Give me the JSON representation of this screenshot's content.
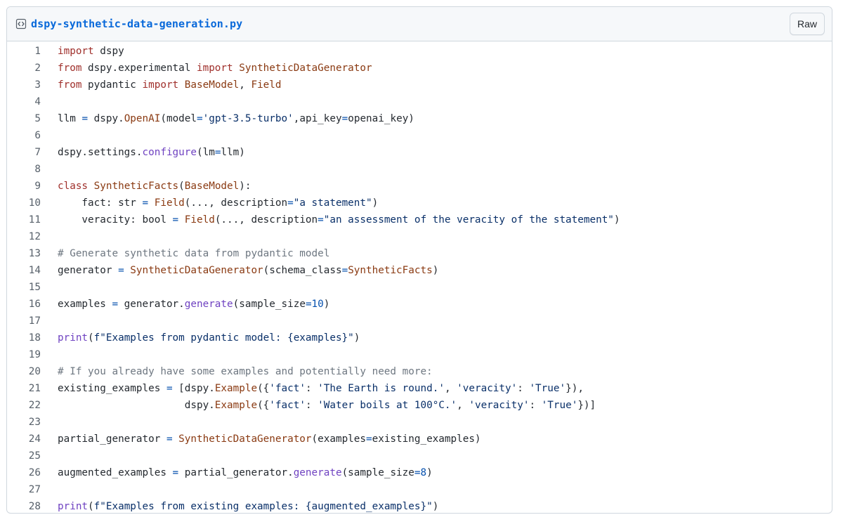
{
  "header": {
    "filename": "dspy-synthetic-data-generation.py",
    "raw_label": "Raw",
    "icon": "code-file-icon"
  },
  "code": {
    "line_numbers": [
      "1",
      "2",
      "3",
      "4",
      "5",
      "6",
      "7",
      "8",
      "9",
      "10",
      "11",
      "12",
      "13",
      "14",
      "15",
      "16",
      "17",
      "18",
      "19",
      "20",
      "21",
      "22",
      "23",
      "24",
      "25",
      "26",
      "27",
      "28"
    ],
    "lines": [
      [
        [
          "k",
          "import"
        ],
        [
          "t",
          " dspy"
        ]
      ],
      [
        [
          "k",
          "from"
        ],
        [
          "t",
          " dspy.experimental "
        ],
        [
          "k",
          "import"
        ],
        [
          "t",
          " "
        ],
        [
          "f",
          "SyntheticDataGenerator"
        ]
      ],
      [
        [
          "k",
          "from"
        ],
        [
          "t",
          " pydantic "
        ],
        [
          "k",
          "import"
        ],
        [
          "t",
          " "
        ],
        [
          "f",
          "BaseModel"
        ],
        [
          "t",
          ", "
        ],
        [
          "f",
          "Field"
        ]
      ],
      [],
      [
        [
          "t",
          "llm "
        ],
        [
          "o",
          "="
        ],
        [
          "t",
          " dspy."
        ],
        [
          "f",
          "OpenAI"
        ],
        [
          "t",
          "(model"
        ],
        [
          "o",
          "="
        ],
        [
          "s",
          "'gpt-3.5-turbo'"
        ],
        [
          "t",
          ",api_key"
        ],
        [
          "o",
          "="
        ],
        [
          "t",
          "openai_key)"
        ]
      ],
      [],
      [
        [
          "t",
          "dspy.settings."
        ],
        [
          "m",
          "configure"
        ],
        [
          "t",
          "(lm"
        ],
        [
          "o",
          "="
        ],
        [
          "t",
          "llm)"
        ]
      ],
      [],
      [
        [
          "k",
          "class"
        ],
        [
          "t",
          " "
        ],
        [
          "f",
          "SyntheticFacts"
        ],
        [
          "t",
          "("
        ],
        [
          "f",
          "BaseModel"
        ],
        [
          "t",
          "):"
        ]
      ],
      [
        [
          "t",
          "    fact: str "
        ],
        [
          "o",
          "="
        ],
        [
          "t",
          " "
        ],
        [
          "f",
          "Field"
        ],
        [
          "t",
          "(..., description"
        ],
        [
          "o",
          "="
        ],
        [
          "s",
          "\"a statement\""
        ],
        [
          "t",
          ")"
        ]
      ],
      [
        [
          "t",
          "    veracity: bool "
        ],
        [
          "o",
          "="
        ],
        [
          "t",
          " "
        ],
        [
          "f",
          "Field"
        ],
        [
          "t",
          "(..., description"
        ],
        [
          "o",
          "="
        ],
        [
          "s",
          "\"an assessment of the veracity of the statement\""
        ],
        [
          "t",
          ")"
        ]
      ],
      [],
      [
        [
          "c",
          "# Generate synthetic data from pydantic model"
        ]
      ],
      [
        [
          "t",
          "generator "
        ],
        [
          "o",
          "="
        ],
        [
          "t",
          " "
        ],
        [
          "f",
          "SyntheticDataGenerator"
        ],
        [
          "t",
          "(schema_class"
        ],
        [
          "o",
          "="
        ],
        [
          "f",
          "SyntheticFacts"
        ],
        [
          "t",
          ")"
        ]
      ],
      [],
      [
        [
          "t",
          "examples "
        ],
        [
          "o",
          "="
        ],
        [
          "t",
          " generator."
        ],
        [
          "m",
          "generate"
        ],
        [
          "t",
          "(sample_size"
        ],
        [
          "o",
          "="
        ],
        [
          "n",
          "10"
        ],
        [
          "t",
          ")"
        ]
      ],
      [],
      [
        [
          "m",
          "print"
        ],
        [
          "t",
          "("
        ],
        [
          "s",
          "f\"Examples from pydantic model: {examples}\""
        ],
        [
          "t",
          ")"
        ]
      ],
      [],
      [
        [
          "c",
          "# If you already have some examples and potentially need more:"
        ]
      ],
      [
        [
          "t",
          "existing_examples "
        ],
        [
          "o",
          "="
        ],
        [
          "t",
          " [dspy."
        ],
        [
          "f",
          "Example"
        ],
        [
          "t",
          "({"
        ],
        [
          "s",
          "'fact'"
        ],
        [
          "t",
          ": "
        ],
        [
          "s",
          "'The Earth is round.'"
        ],
        [
          "t",
          ", "
        ],
        [
          "s",
          "'veracity'"
        ],
        [
          "t",
          ": "
        ],
        [
          "s",
          "'True'"
        ],
        [
          "t",
          "}),"
        ]
      ],
      [
        [
          "t",
          "                     dspy."
        ],
        [
          "f",
          "Example"
        ],
        [
          "t",
          "({"
        ],
        [
          "s",
          "'fact'"
        ],
        [
          "t",
          ": "
        ],
        [
          "s",
          "'Water boils at 100°C.'"
        ],
        [
          "t",
          ", "
        ],
        [
          "s",
          "'veracity'"
        ],
        [
          "t",
          ": "
        ],
        [
          "s",
          "'True'"
        ],
        [
          "t",
          "})]"
        ]
      ],
      [],
      [
        [
          "t",
          "partial_generator "
        ],
        [
          "o",
          "="
        ],
        [
          "t",
          " "
        ],
        [
          "f",
          "SyntheticDataGenerator"
        ],
        [
          "t",
          "(examples"
        ],
        [
          "o",
          "="
        ],
        [
          "t",
          "existing_examples)"
        ]
      ],
      [],
      [
        [
          "t",
          "augmented_examples "
        ],
        [
          "o",
          "="
        ],
        [
          "t",
          " partial_generator."
        ],
        [
          "m",
          "generate"
        ],
        [
          "t",
          "(sample_size"
        ],
        [
          "o",
          "="
        ],
        [
          "n",
          "8"
        ],
        [
          "t",
          ")"
        ]
      ],
      [],
      [
        [
          "m",
          "print"
        ],
        [
          "t",
          "("
        ],
        [
          "s",
          "f\"Examples from existing examples: {augmented_examples}\""
        ],
        [
          "t",
          ")"
        ]
      ]
    ]
  }
}
